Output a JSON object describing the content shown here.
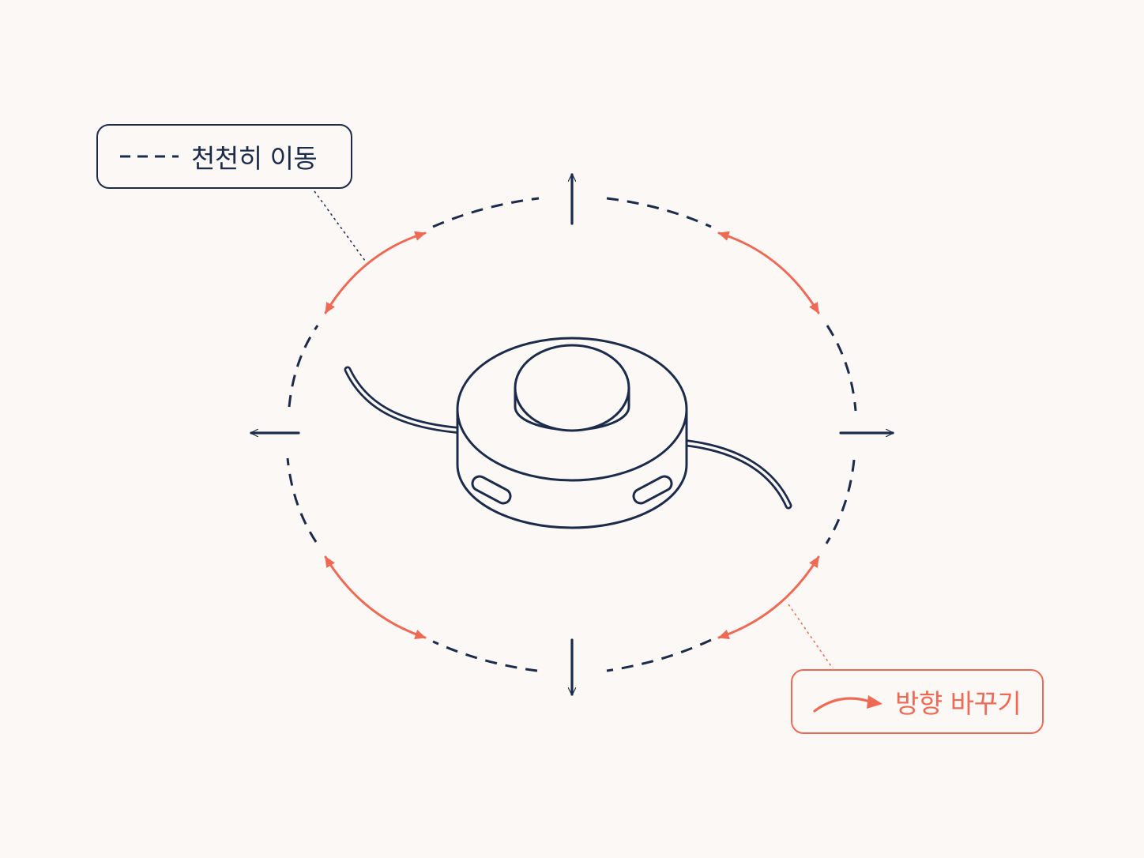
{
  "legend": {
    "slow_move": {
      "label": "천천히 이동",
      "line_style": "dashed",
      "color": "#1C2B4A"
    },
    "change_direction": {
      "label": "방향 바꾸기",
      "line_style": "curved-arrow",
      "color": "#EE6A55"
    }
  },
  "diagram": {
    "device": "trimmer-head-with-line-icon",
    "movement_directions": [
      "up",
      "right",
      "down",
      "left"
    ],
    "turn_points": [
      "top-left",
      "top-right",
      "bottom-right",
      "bottom-left"
    ],
    "path_color": "#1C2B4A",
    "turn_color": "#EE6A55",
    "background": "#FBF8F5"
  }
}
